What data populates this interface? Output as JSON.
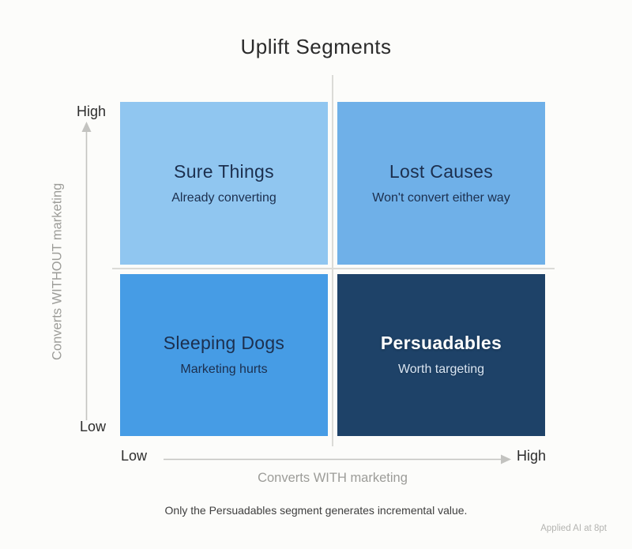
{
  "title": "Uplift Segments",
  "quadrants": [
    {
      "title": "Sure Things",
      "subtitle": "Already converting",
      "bg": "#90C6F0"
    },
    {
      "title": "Lost Causes",
      "subtitle": "Won't convert either way",
      "bg": "#6FB0E8"
    },
    {
      "title": "Sleeping Dogs",
      "subtitle": "Marketing hurts",
      "bg": "#469CE5"
    },
    {
      "title": "Persuadables",
      "subtitle": "Worth targeting",
      "bg": "#1E4268",
      "emphasized": true
    }
  ],
  "axes": {
    "y": {
      "label": "Converts WITHOUT marketing",
      "top_label": "High",
      "bottom_label": "Low"
    },
    "x": {
      "label": "Converts WITH marketing",
      "left_label": "Low",
      "right_label": "High"
    }
  },
  "footer_note": "Only the Persuadables segment generates incremental value.",
  "watermark": "Applied AI at 8pt",
  "colors": {
    "background": "#FCFCFA",
    "quadrant_text": "#1C2F4E",
    "emphasized_title": "#FFFFFF",
    "emphasized_subtitle": "#D9E5F2",
    "axis_text_dark": "#2D2D2D",
    "axis_label_gray": "#9C9C98",
    "arrow_gray": "#C3C3C0",
    "divider_gray": "#DBDBD7"
  }
}
